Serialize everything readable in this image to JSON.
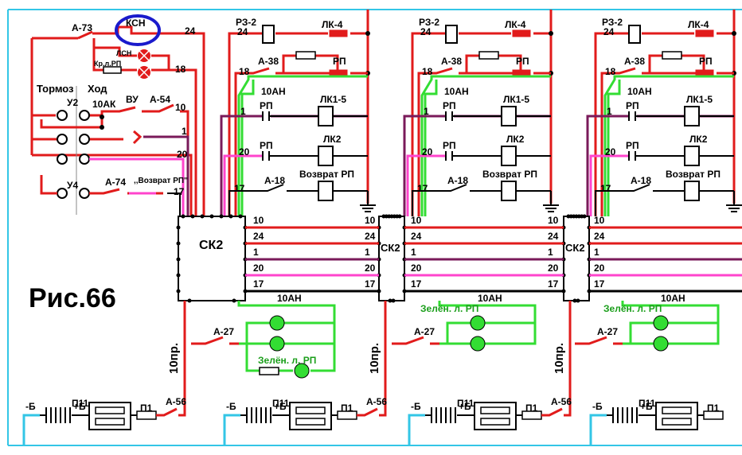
{
  "figure_label": "Рис.66",
  "panel_left": {
    "ksn": "КСН",
    "lsn": "ЛСН",
    "kr_l_rp": "Кр.л.РП",
    "a73": "А-73",
    "tormoz": "Тормоз",
    "hod": "Ход",
    "u2": "У2",
    "u4": "У4",
    "k10ak": "10АК",
    "vu": "ВУ",
    "a54": "А-54",
    "a74": "А-74",
    "vozvrat_rp_q": ",,Возврат РП\"",
    "wires": [
      "24",
      "18",
      "10",
      "1",
      "20",
      "17"
    ]
  },
  "section": {
    "rz2": "РЗ-2",
    "lk4": "ЛК-4",
    "a38": "А-38",
    "rp": "РП",
    "w10an": "10АН",
    "lk1_5": "ЛК1-5",
    "lk2": "ЛК2",
    "a18": "А-18",
    "vozvrat_rp": "Возврат РП",
    "w24": "24",
    "w18": "18",
    "w1": "1",
    "w20": "20",
    "w17": "17"
  },
  "ck2": "СК2",
  "bus_labels": [
    "10",
    "24",
    "1",
    "20",
    "17"
  ],
  "lower": {
    "a27": "А-27",
    "zelen": "Зелён. л. РП",
    "w10an": "10АН",
    "w10pr": "10пр.",
    "a56": "А-56",
    "minus_b": "-Б",
    "plus_b": "+Б",
    "p11": "П11",
    "p1": "П1"
  },
  "colors": {
    "red": "#e11b1b",
    "green": "#33dd33",
    "magenta": "#ff44cc",
    "purple": "#7a1a5a",
    "cyan": "#33c6e6",
    "black": "#000000",
    "blue": "#1a1acc"
  }
}
